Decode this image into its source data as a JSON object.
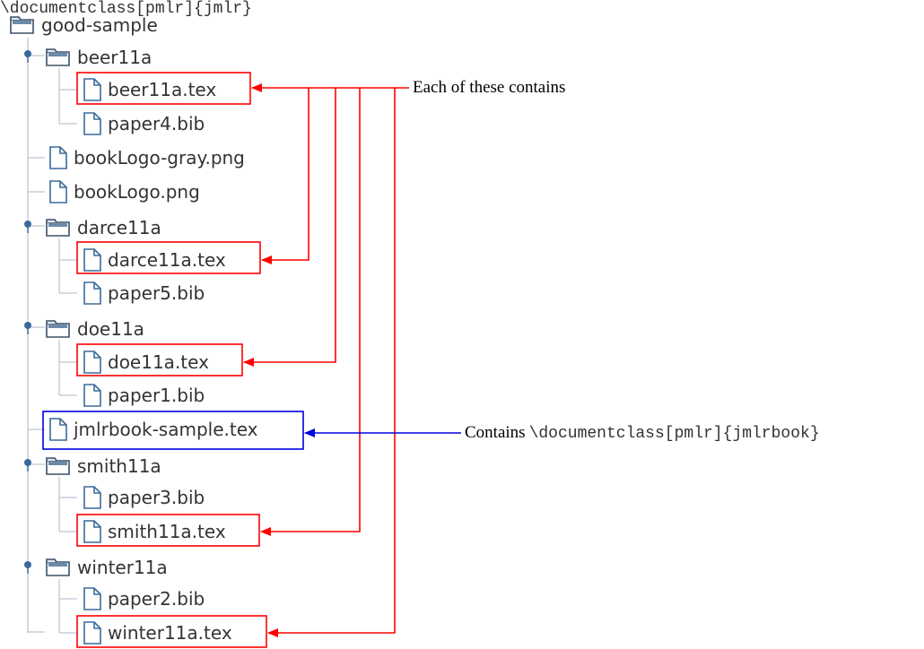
{
  "tree": {
    "root": {
      "label": "good-sample",
      "icon": "folder-icon"
    },
    "items": [
      {
        "label": "beer11a",
        "type": "folder",
        "expanded": true
      },
      {
        "label": "beer11a.tex",
        "type": "file",
        "highlight": "red"
      },
      {
        "label": "paper4.bib",
        "type": "file"
      },
      {
        "label": "bookLogo-gray.png",
        "type": "file"
      },
      {
        "label": "bookLogo.png",
        "type": "file"
      },
      {
        "label": "darce11a",
        "type": "folder",
        "expanded": true
      },
      {
        "label": "darce11a.tex",
        "type": "file",
        "highlight": "red"
      },
      {
        "label": "paper5.bib",
        "type": "file"
      },
      {
        "label": "doe11a",
        "type": "folder",
        "expanded": true
      },
      {
        "label": "doe11a.tex",
        "type": "file",
        "highlight": "red"
      },
      {
        "label": "paper1.bib",
        "type": "file"
      },
      {
        "label": "jmlrbook-sample.tex",
        "type": "file",
        "highlight": "blue"
      },
      {
        "label": "smith11a",
        "type": "folder",
        "expanded": true
      },
      {
        "label": "paper3.bib",
        "type": "file"
      },
      {
        "label": "smith11a.tex",
        "type": "file",
        "highlight": "red"
      },
      {
        "label": "winter11a",
        "type": "folder",
        "expanded": true
      },
      {
        "label": "paper2.bib",
        "type": "file"
      },
      {
        "label": "winter11a.tex",
        "type": "file",
        "highlight": "red"
      }
    ]
  },
  "annotations": {
    "red": {
      "text": "Each of these contains",
      "code": "\\documentclass[pmlr]{jmlr}"
    },
    "blue": {
      "text": "Contains",
      "code": "\\documentclass[pmlr]{jmlrbook}"
    }
  },
  "colors": {
    "red": "#ff0000",
    "blue": "#0000e0",
    "tree_line": "#a0b4c8",
    "icon_stroke": "#3a6a9a"
  }
}
